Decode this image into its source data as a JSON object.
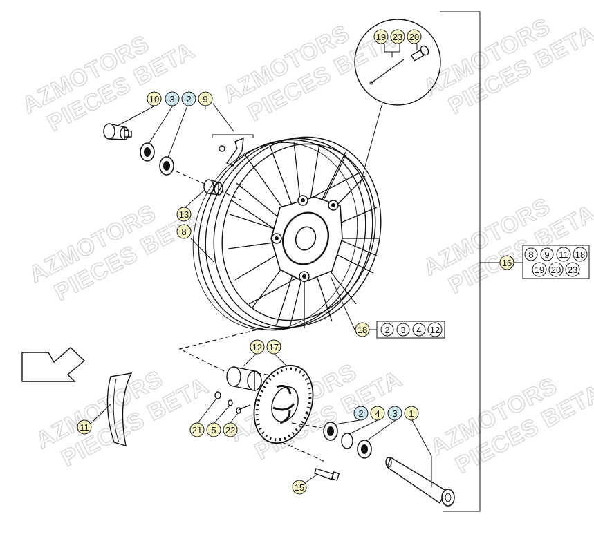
{
  "watermark": {
    "line1": "AZMOTORS",
    "line2": "PIECES BETA"
  },
  "colors": {
    "balloon_yellow": "#f6f3c6",
    "balloon_blue": "#cfe8ef",
    "line": "#111111"
  },
  "callouts": {
    "c10": "10",
    "c3a": "3",
    "c2a": "2",
    "c9": "9",
    "c19": "19",
    "c23": "23",
    "c20": "20",
    "c13": "13",
    "c8": "8",
    "c16": "16",
    "c18": "18",
    "c2b": "2",
    "c3b": "3",
    "c4b": "4",
    "c12b": "12",
    "c12": "12",
    "c17": "17",
    "c11": "11",
    "c21": "21",
    "c5": "5",
    "c22": "22",
    "c2c": "2",
    "c4c": "4",
    "c3c": "3",
    "c1": "1",
    "c15": "15"
  },
  "kit16": [
    "8",
    "9",
    "11",
    "18",
    "19",
    "20",
    "23"
  ]
}
